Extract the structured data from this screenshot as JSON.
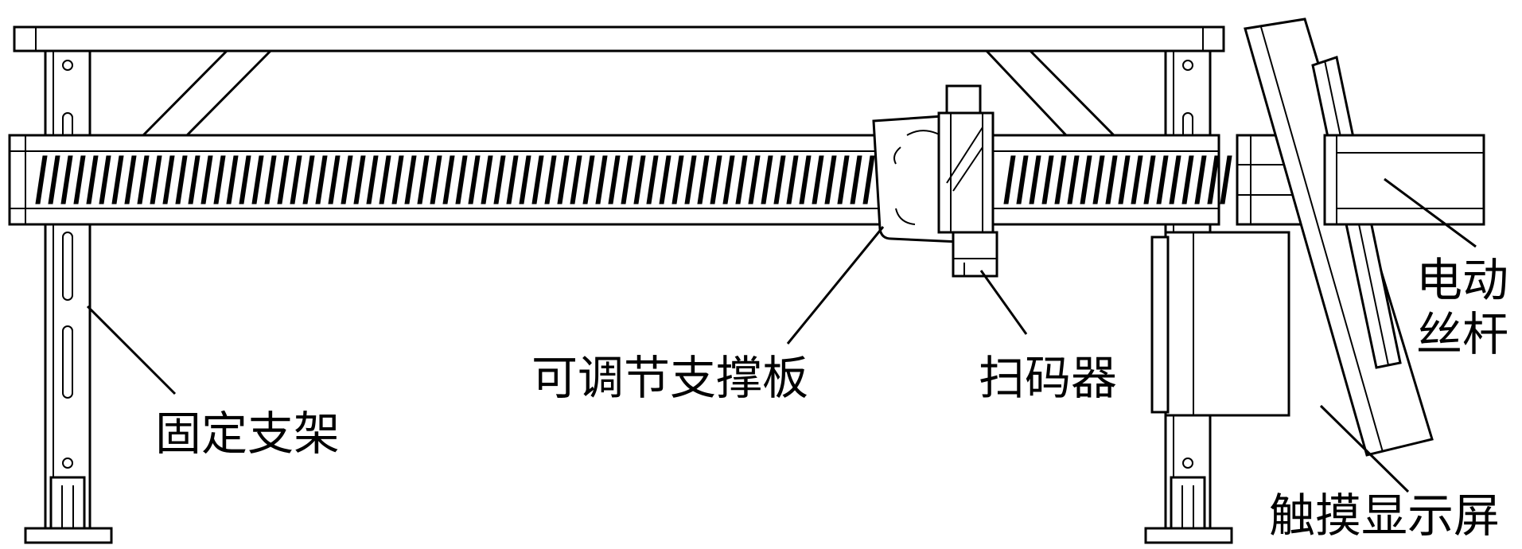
{
  "labels": {
    "fixed_bracket": "固定支架",
    "adjustable_plate": "可调节支撑板",
    "scanner": "扫码器",
    "electric_screw_line1": "电动",
    "electric_screw_line2": "丝杆",
    "touch_screen": "触摸显示屏"
  }
}
